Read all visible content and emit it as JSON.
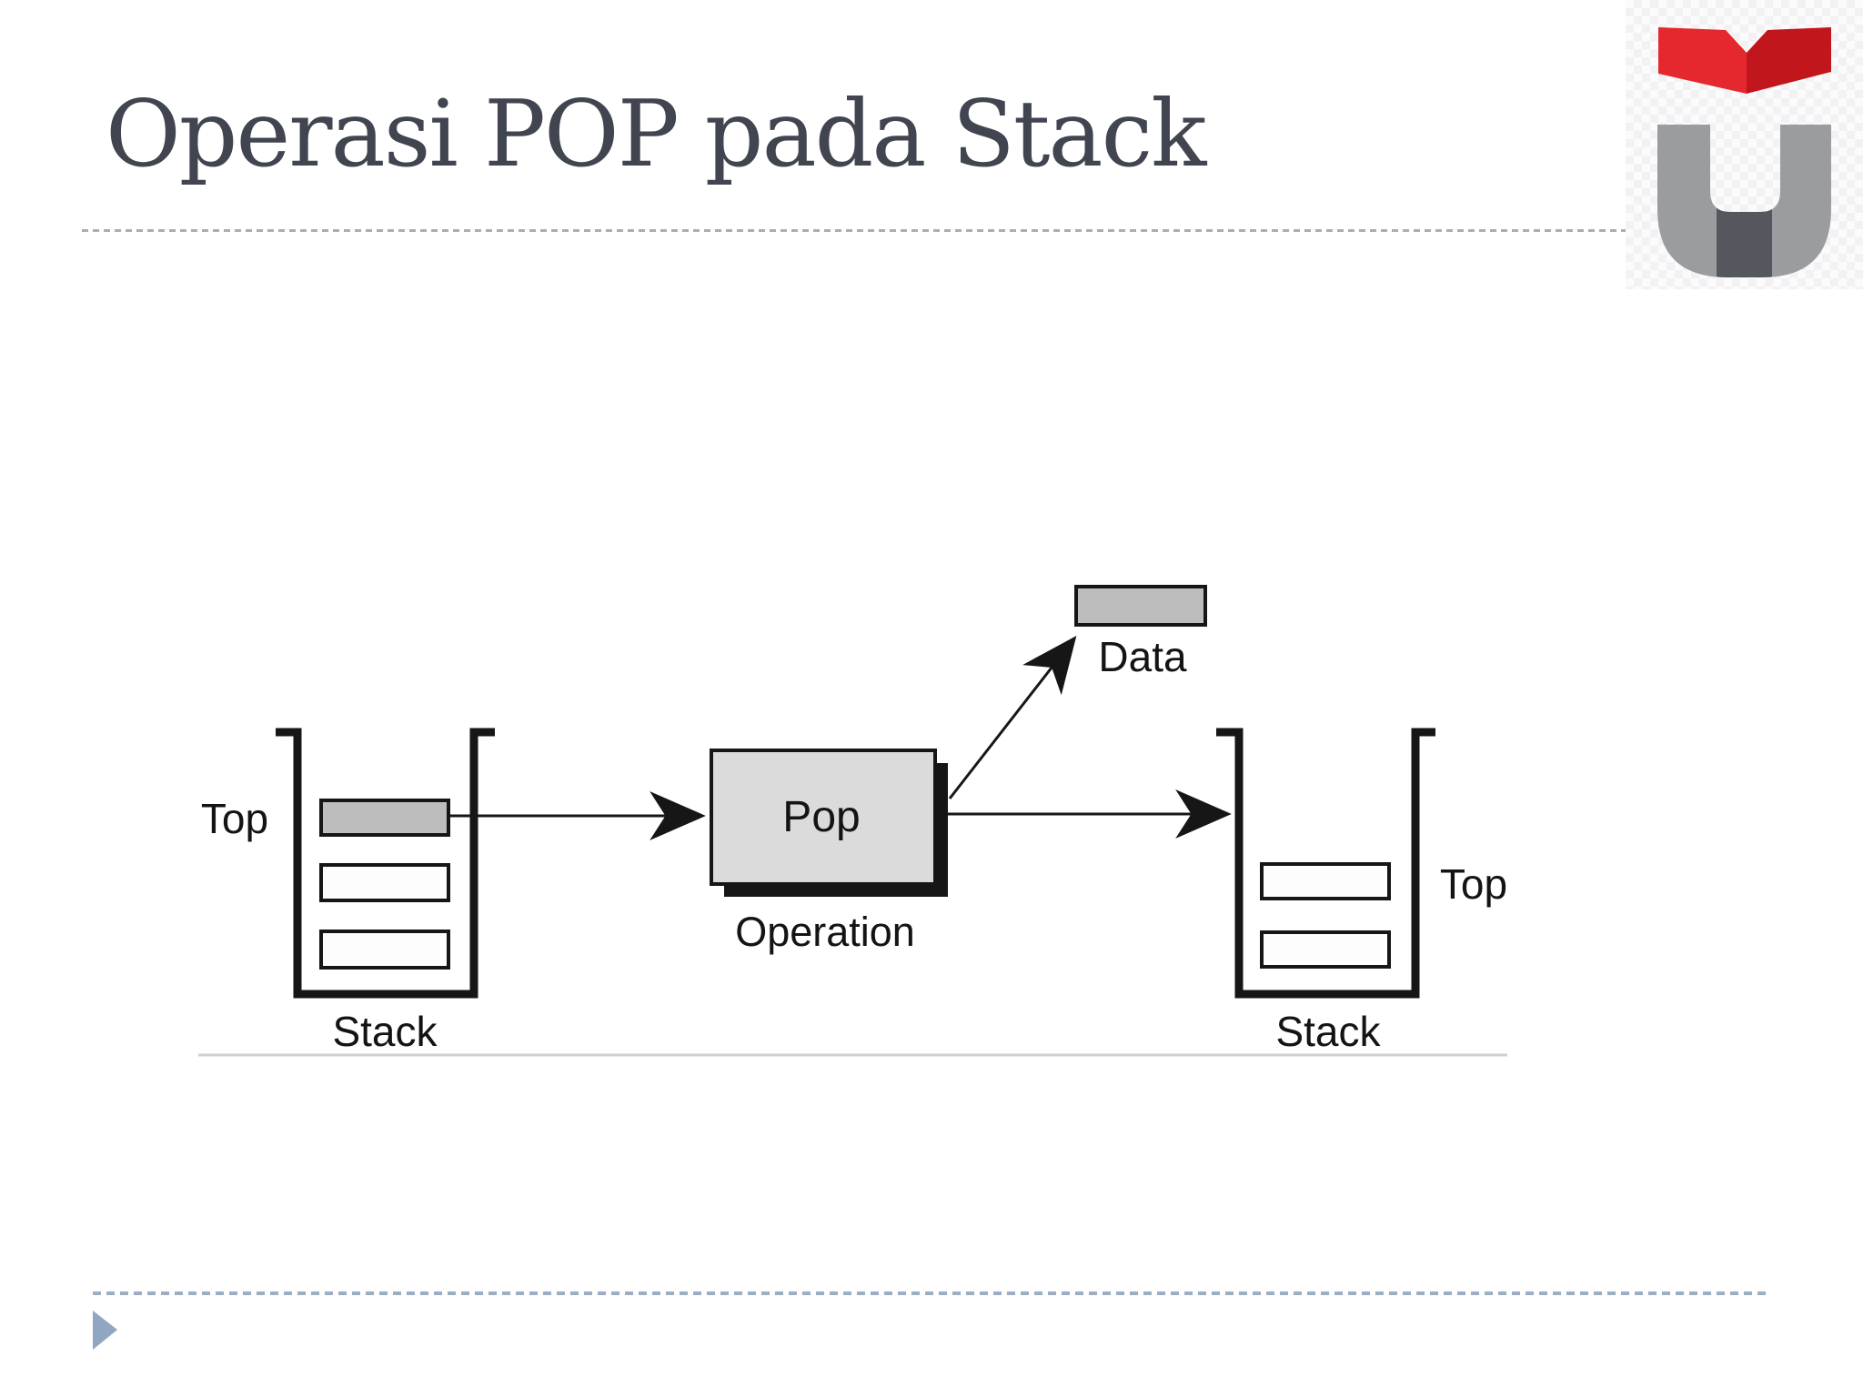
{
  "slide": {
    "title": "Operasi POP pada Stack"
  },
  "diagram": {
    "left_stack": {
      "top_label": "Top",
      "caption": "Stack"
    },
    "pop_box": {
      "label": "Pop",
      "caption": "Operation"
    },
    "data_box": {
      "label": "Data"
    },
    "right_stack": {
      "top_label": "Top",
      "caption": "Stack"
    }
  },
  "colors": {
    "title_text": "#404550",
    "diagram_ink": "#161616",
    "element_fill_gray": "#BDBDBD",
    "pop_fill": "#DBDBDB",
    "accent_triangle": "#91A7C1",
    "top_rule_dash": "#A9AEB4",
    "bottom_rule_dash": "#9BAEC2",
    "logo_red": "#E5282E",
    "logo_dark_red": "#C2161D",
    "logo_gray": "#9A9CA0",
    "logo_dark_gray": "#54575D"
  }
}
